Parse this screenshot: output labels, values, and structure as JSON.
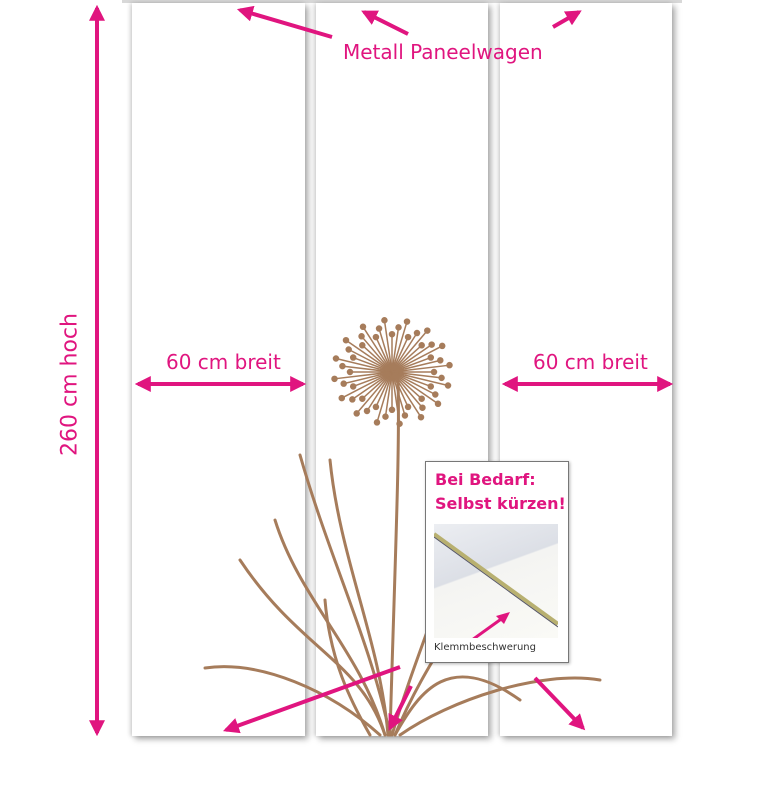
{
  "labels": {
    "top": "Metall Paneelwagen",
    "width_left": "60 cm breit",
    "width_right": "60 cm breit",
    "height": "260 cm hoch"
  },
  "info_box": {
    "line1": "Bei Bedarf:",
    "line2": "Selbst kürzen!",
    "caption": "Klemmbeschwerung"
  },
  "colors": {
    "accent": "#e0157f",
    "plant": "#a67c5b"
  }
}
